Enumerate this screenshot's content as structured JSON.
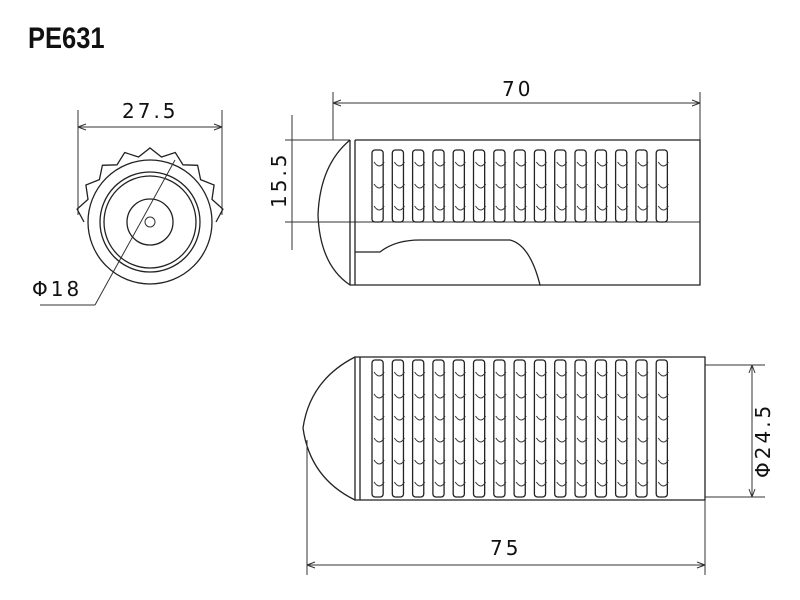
{
  "title": "PE631",
  "dimensions": {
    "front_width": "27.5",
    "front_diameter": "Φ18",
    "side_length": "70",
    "side_height": "15.5",
    "bottom_length": "75",
    "bottom_diameter": "Φ24.5"
  }
}
